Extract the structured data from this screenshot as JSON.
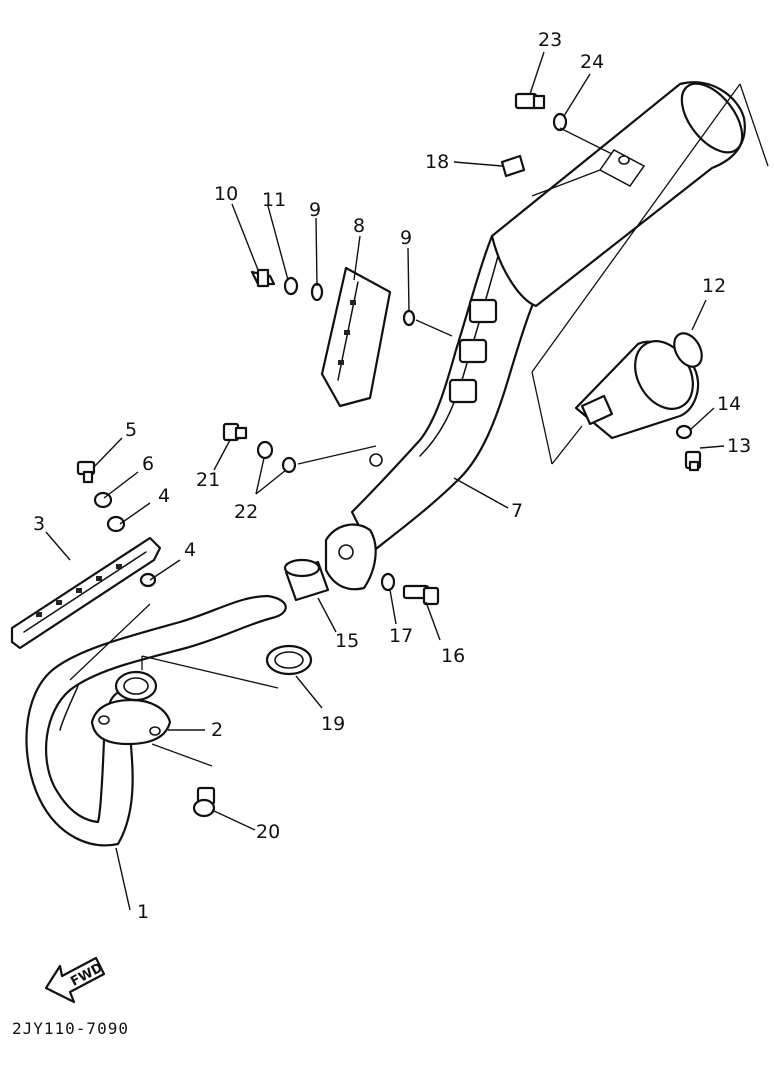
{
  "diagram": {
    "callouts": [
      {
        "id": "c1",
        "label": "1"
      },
      {
        "id": "c2",
        "label": "2"
      },
      {
        "id": "c3",
        "label": "3"
      },
      {
        "id": "c4a",
        "label": "4"
      },
      {
        "id": "c4b",
        "label": "4"
      },
      {
        "id": "c5",
        "label": "5"
      },
      {
        "id": "c6",
        "label": "6"
      },
      {
        "id": "c7",
        "label": "7"
      },
      {
        "id": "c8",
        "label": "8"
      },
      {
        "id": "c9a",
        "label": "9"
      },
      {
        "id": "c9b",
        "label": "9"
      },
      {
        "id": "c10",
        "label": "10"
      },
      {
        "id": "c11",
        "label": "11"
      },
      {
        "id": "c12",
        "label": "12"
      },
      {
        "id": "c13",
        "label": "13"
      },
      {
        "id": "c14",
        "label": "14"
      },
      {
        "id": "c15",
        "label": "15"
      },
      {
        "id": "c16",
        "label": "16"
      },
      {
        "id": "c17",
        "label": "17"
      },
      {
        "id": "c18",
        "label": "18"
      },
      {
        "id": "c19",
        "label": "19"
      },
      {
        "id": "c20",
        "label": "20"
      },
      {
        "id": "c21",
        "label": "21"
      },
      {
        "id": "c22",
        "label": "22"
      },
      {
        "id": "c23",
        "label": "23"
      },
      {
        "id": "c24",
        "label": "24"
      }
    ],
    "direction_label": "FWD",
    "diagram_code": "2JY110-7090"
  }
}
